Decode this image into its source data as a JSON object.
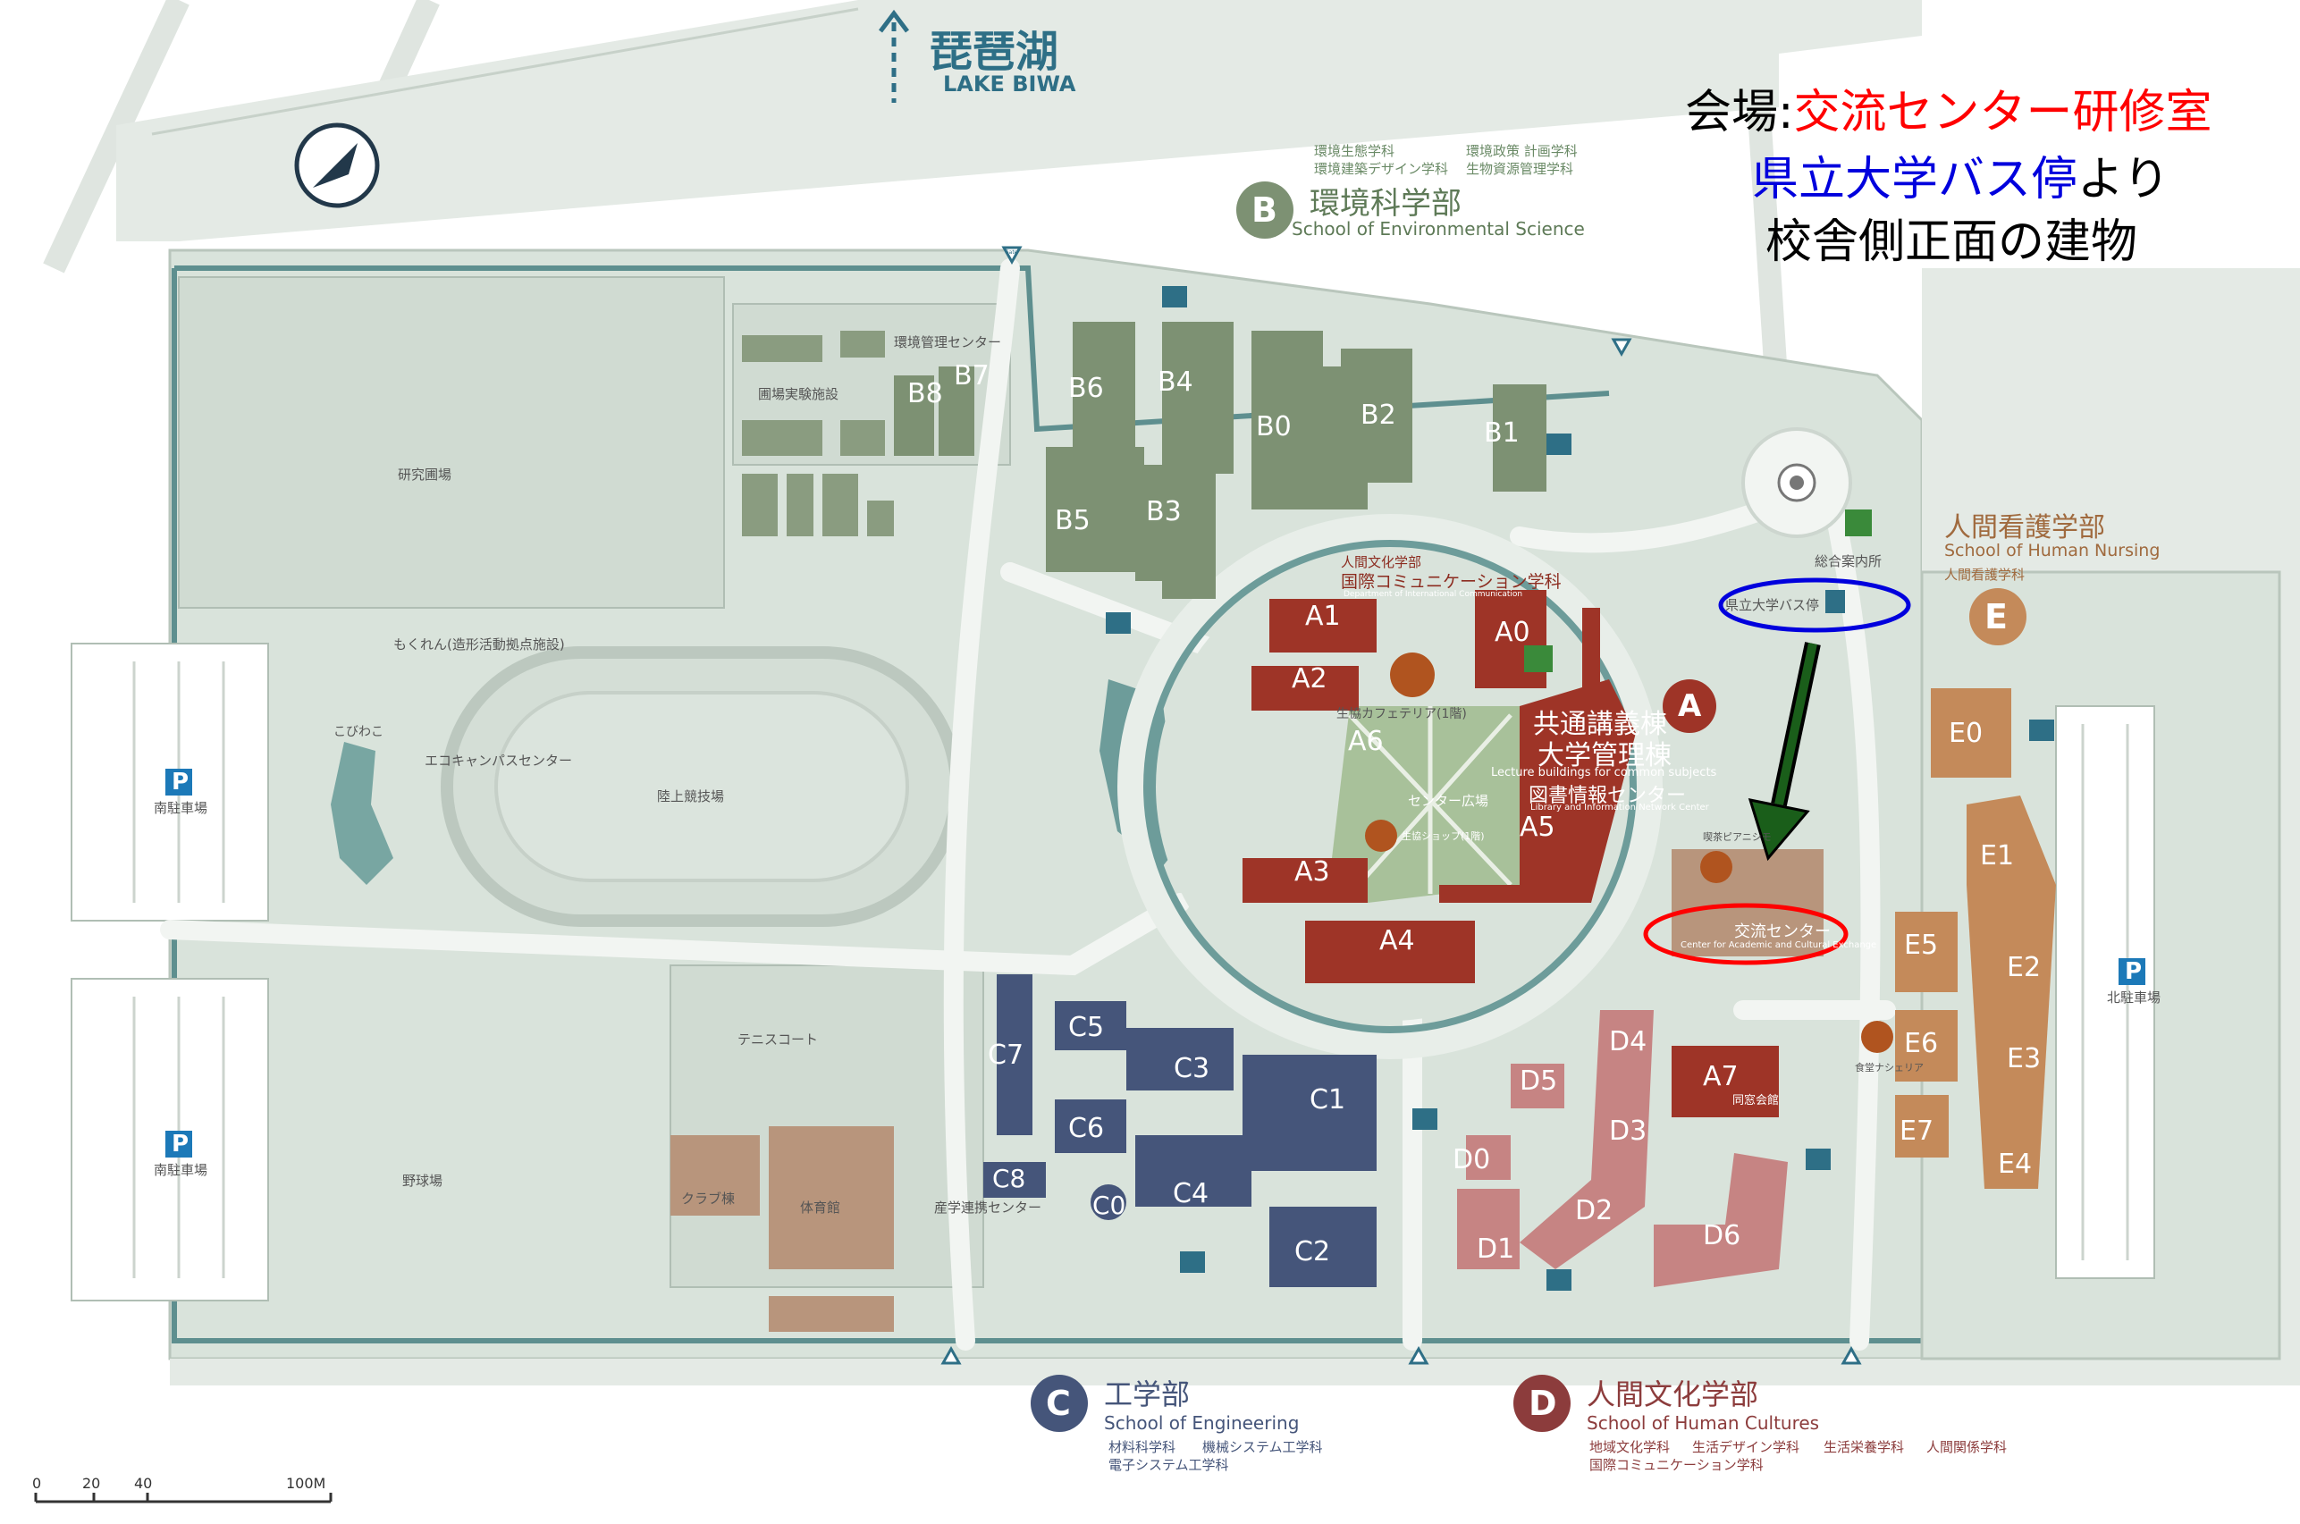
{
  "header": {
    "lake_jp": "琵琶湖",
    "lake_en": "LAKE BIWA"
  },
  "info": {
    "venue_prefix": "会場:",
    "venue_room": "交流センター研修室",
    "bus_stop": "県立大学バス停",
    "bus_suffix": "より",
    "direction": "校舎側正面の建物"
  },
  "colors": {
    "venue_red": "#ff0000",
    "bus_blue": "#0000dd",
    "arrow_green": "#1a5e1a",
    "grounds": "#d9e3db",
    "school_b": "#7d9173",
    "school_c": "#45557a",
    "school_a": "#9e3427",
    "school_d": "#c68483",
    "school_e": "#c48a5a",
    "facility": "#b8957c"
  },
  "schools": {
    "b": {
      "letter": "B",
      "jp": "環境科学部",
      "en": "School of Environmental Science",
      "depts": [
        "環境生態学科",
        "環境政策 計画学科",
        "環境建築デザイン学科",
        "生物資源管理学科"
      ]
    },
    "c": {
      "letter": "C",
      "jp": "工学部",
      "en": "School of Engineering",
      "depts": [
        "材料科学科",
        "機械システム工学科",
        "電子システム工学科"
      ]
    },
    "d": {
      "letter": "D",
      "jp": "人間文化学部",
      "en": "School of Human Cultures",
      "depts": [
        "地域文化学科",
        "生活デザイン学科",
        "生活栄養学科",
        "人間関係学科",
        "国際コミュニケーション学科"
      ]
    },
    "e": {
      "letter": "E",
      "jp": "人間看護学部",
      "en": "School of Human Nursing",
      "dept": "人間看護学科"
    },
    "a": {
      "letter": "A",
      "jp1": "共通講義棟",
      "jp2": "大学管理棟",
      "en": "Lecture buildings for common subjects",
      "library_jp": "図書情報センター",
      "library_en": "Library and Information Network Center",
      "intl_dept": "人間文化学部",
      "intl_dept2": "国際コミュニケーション学科",
      "intl_en": "Department of International Communication"
    }
  },
  "buildings": {
    "a": [
      "A0",
      "A1",
      "A2",
      "A3",
      "A4",
      "A5",
      "A6",
      "A7"
    ],
    "b": [
      "B0",
      "B1",
      "B2",
      "B3",
      "B4",
      "B5",
      "B6",
      "B7",
      "B8"
    ],
    "c": [
      "C0",
      "C1",
      "C2",
      "C3",
      "C4",
      "C5",
      "C6",
      "C7",
      "C8"
    ],
    "d": [
      "D0",
      "D1",
      "D2",
      "D3",
      "D4",
      "D5",
      "D6"
    ],
    "e": [
      "E0",
      "E1",
      "E2",
      "E3",
      "E4",
      "E5",
      "E6",
      "E7"
    ]
  },
  "places": {
    "env_center": "環境管理センター",
    "farm": "圃場実験施設",
    "research_field": "研究圃場",
    "mokuren": "もくれん(造形活動拠点施設)",
    "kobiwako": "こびわこ",
    "eco_center": "エコキャンパスセンター",
    "track": "陸上競技場",
    "south_parking_1": "南駐車場",
    "south_parking_2": "南駐車場",
    "north_parking": "北駐車場",
    "parking_icon": "P",
    "tennis": "テニスコート",
    "baseball": "野球場",
    "club": "クラブ棟",
    "gym": "体育館",
    "industry": "産学連携センター",
    "cafeteria": "生協カフェテリア(1階)",
    "plaza": "センター広場",
    "coop_shop": "生協ショップ(1階)",
    "info_desk": "総合案内所",
    "bus_stop_label": "県立大学バス停",
    "piano": "喫茶ピアニシモ",
    "exchange_jp": "交流センター",
    "exchange_en": "Center for Academic and Cultural Exchange",
    "doshokai": "同窓会館",
    "nacheria": "食堂ナシェリア",
    "gate_label": "Gate"
  },
  "scale": {
    "labels": [
      "0",
      "20",
      "40",
      "100M"
    ]
  },
  "icons": [
    "compass-icon",
    "north-arrow-icon",
    "restaurant-icon",
    "info-icon",
    "bicycle-icon",
    "cafe-icon",
    "bus-stop-icon",
    "gate-icon",
    "parking-icon",
    "shop-icon"
  ]
}
